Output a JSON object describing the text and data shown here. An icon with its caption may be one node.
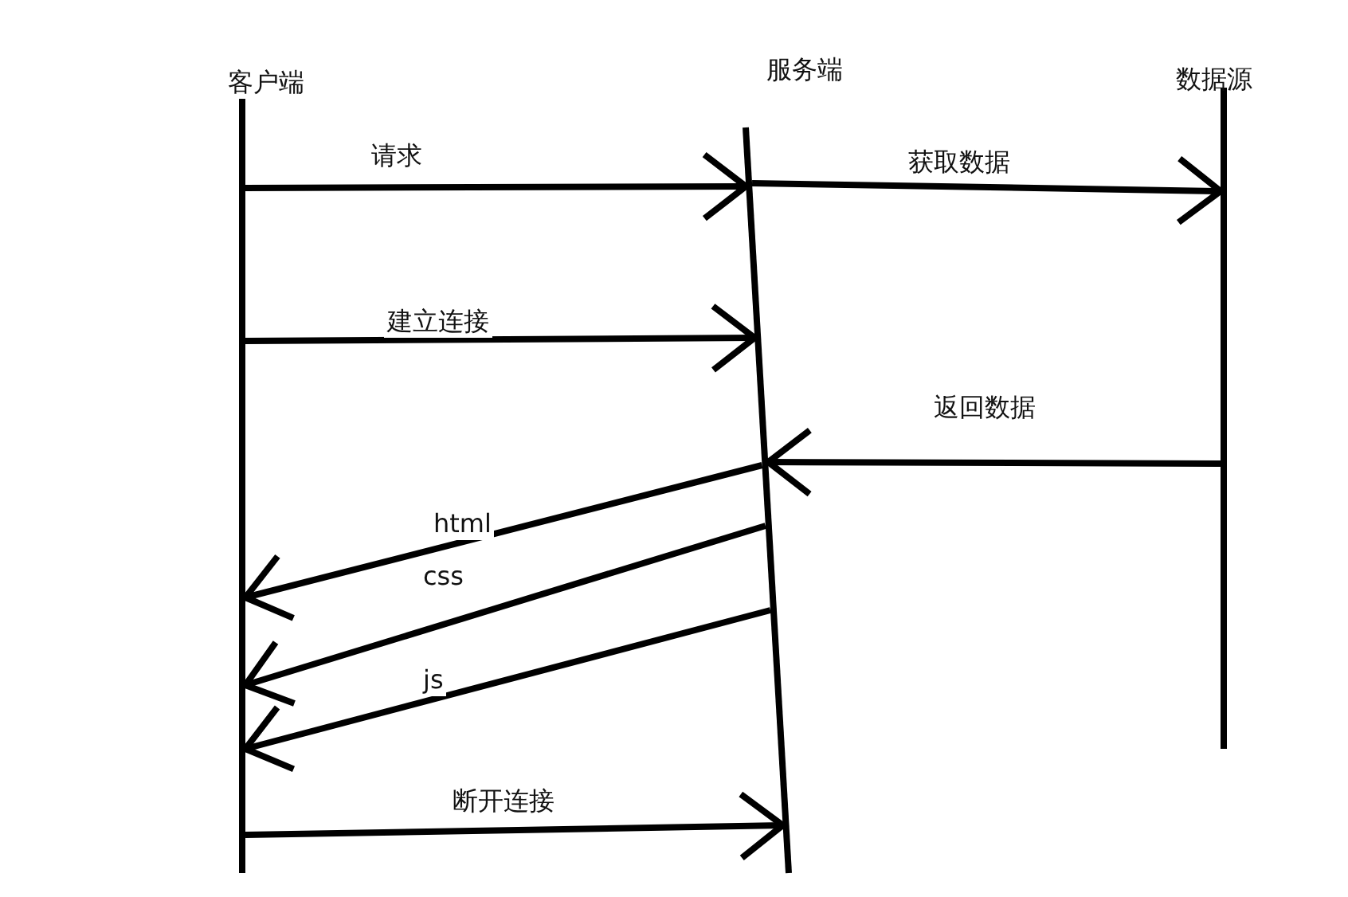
{
  "diagram": {
    "nodes": [
      {
        "text": [
          "客户端"
        ]
      },
      {
        "text": [
          "服务端"
        ]
      },
      {
        "text": [
          "数据源"
        ]
      }
    ],
    "edges": [
      {
        "from": 0,
        "to": 1,
        "arrow": "to",
        "label": "请求"
      },
      {
        "from": 1,
        "to": 2,
        "arrow": "to",
        "label": "获取数据"
      },
      {
        "from": 0,
        "to": 1,
        "arrow": "to",
        "label": "建立连接"
      },
      {
        "from": 2,
        "to": 1,
        "arrow": "to",
        "label": "返回数据"
      },
      {
        "from": 1,
        "to": 0,
        "arrow": "to",
        "label": "html"
      },
      {
        "from": 1,
        "to": 0,
        "arrow": "to",
        "label": "css"
      },
      {
        "from": 1,
        "to": 0,
        "arrow": "to",
        "label": "js"
      },
      {
        "from": 0,
        "to": 1,
        "arrow": "to",
        "label": "断开连接"
      }
    ]
  }
}
